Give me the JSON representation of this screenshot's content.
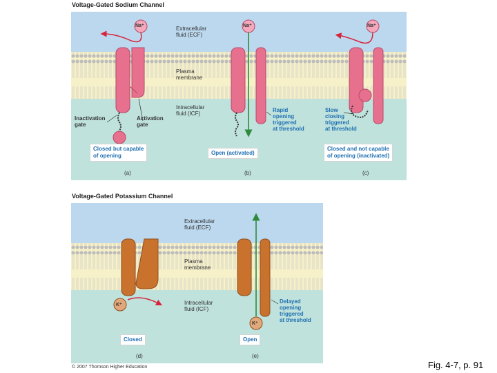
{
  "sodium": {
    "title": "Voltage-Gated Sodium Channel",
    "ion": "Na⁺",
    "ecf_label": "Extracellular\nfluid (ECF)",
    "membrane_label": "Plasma\nmembrane",
    "icf_label": "Intracellular\nfluid (ICF)",
    "inactivation_gate": "Inactivation\ngate",
    "activation_gate": "Activation\ngate",
    "rapid_opening": "Rapid\nopening\ntriggered\nat threshold",
    "slow_closing": "Slow\nclosing\ntriggered\nat threshold",
    "captions": {
      "a": "Closed but capable\nof opening",
      "b": "Open (activated)",
      "c": "Closed and not capable\nof opening (inactivated)"
    },
    "sublabels": {
      "a": "(a)",
      "b": "(b)",
      "c": "(c)"
    }
  },
  "potassium": {
    "title": "Voltage-Gated Potassium Channel",
    "ion": "K⁺",
    "ecf_label": "Extracellular\nfluid (ECF)",
    "membrane_label": "Plasma\nmembrane",
    "icf_label": "Intracellular\nfluid (ICF)",
    "delayed_opening": "Delayed\nopening\ntriggered\nat threshold",
    "captions": {
      "d": "Closed",
      "e": "Open"
    },
    "sublabels": {
      "d": "(d)",
      "e": "(e)"
    }
  },
  "copyright": "© 2007 Thomson Higher Education",
  "figure_ref": "Fig. 4-7, p. 91",
  "colors": {
    "ecf": "#bcd8ee",
    "membrane": "#f6f1c8",
    "icf": "#bfe2dc",
    "sodium_channel": "#e8708f",
    "potassium_channel": "#c8722e",
    "arrow_red": "#d6243c",
    "arrow_green": "#2e8b3d",
    "caption_text": "#1f6fb2"
  }
}
